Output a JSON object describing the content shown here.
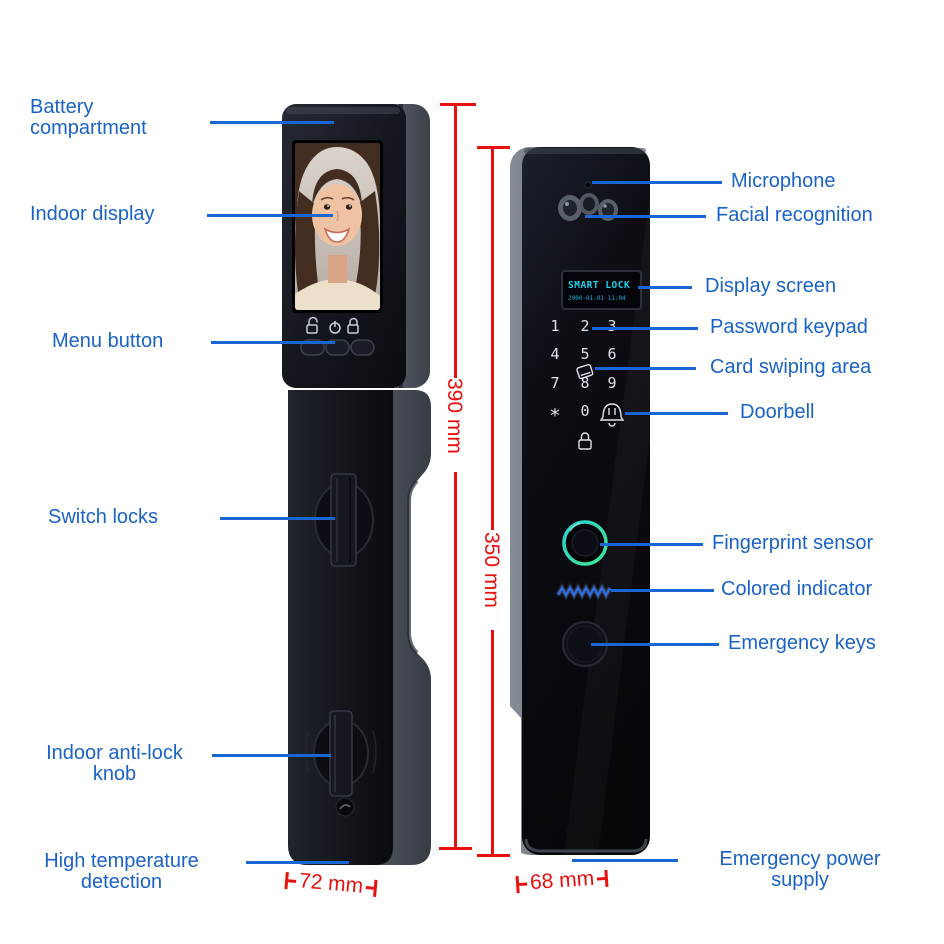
{
  "callouts": {
    "battery": "Battery compartment",
    "indoor_display": "Indoor display",
    "menu_button": "Menu button",
    "switch_locks": "Switch locks",
    "anti_lock_knob": "Indoor anti-lock knob",
    "high_temp": "High temperature detection",
    "microphone": "Microphone",
    "facial_recognition": "Facial recognition",
    "display_screen": "Display screen",
    "password_keypad": "Password keypad",
    "card_swiping": "Card swiping area",
    "doorbell": "Doorbell",
    "fingerprint": "Fingerprint sensor",
    "colored_indicator": "Colored indicator",
    "emergency_keys": "Emergency keys",
    "emergency_power": "Emergency power supply"
  },
  "dimensions": {
    "indoor_height": "390 mm",
    "outdoor_height": "350 mm",
    "indoor_width": "72 mm",
    "outdoor_width": "68 mm"
  },
  "outdoor_screen": {
    "line1": "SMART LOCK",
    "line2": "2000-01-01 11:04"
  },
  "keypad": {
    "keys": [
      "1",
      "2",
      "3",
      "4",
      "5",
      "6",
      "7",
      "8",
      "9",
      "*",
      "0"
    ]
  },
  "icons": {
    "doorbell_key": "bell-icon",
    "lock_status_key": "lock-icon",
    "card_swipe_key": "card-icon",
    "menu_unlock": "unlock-icon",
    "menu_power": "power-icon",
    "menu_lock": "lock-icon"
  },
  "colors": {
    "label_blue": "#1a63c6",
    "leader_blue": "#1a66d4",
    "dimension_red": "#e8100d",
    "screen_cyan": "#1bd1e8",
    "fingerprint_green": "#3fe58f",
    "indicator_blue": "#2e6ee6"
  }
}
